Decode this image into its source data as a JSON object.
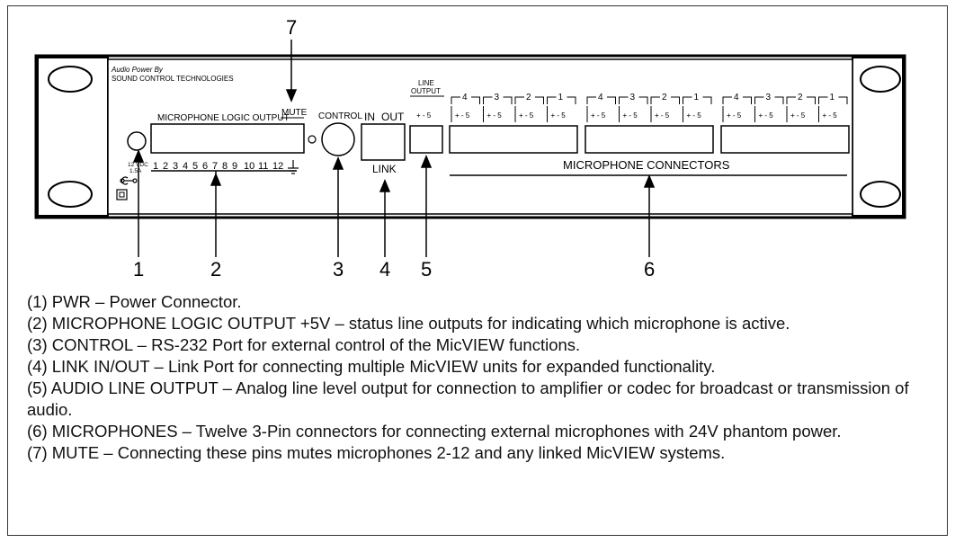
{
  "panel": {
    "brand_line1": "Audio Power By",
    "brand_line2": "SOUND CONTROL TECHNOLOGIES",
    "mic_logic_output": "MICROPHONE LOGIC OUTPUT",
    "mute": "MUTE",
    "control": "CONTROL",
    "in": "IN",
    "out": "OUT",
    "link": "LINK",
    "line_output_1": "LINE",
    "line_output_2": "OUTPUT",
    "pin_label": "+ - 5",
    "power_volts": "12 VDC",
    "power_amps": "1.5A",
    "logic_numbers": [
      "1",
      "2",
      "3",
      "4",
      "5",
      "6",
      "7",
      "8",
      "9",
      "10",
      "11",
      "12"
    ],
    "mic_channel_numbers": [
      "4",
      "3",
      "2",
      "1"
    ],
    "mic_connectors": "MICROPHONE CONNECTORS"
  },
  "callouts": [
    "1",
    "2",
    "3",
    "4",
    "5",
    "6",
    "7"
  ],
  "legend": [
    "(1) PWR – Power Connector.",
    "(2) MICROPHONE LOGIC OUTPUT +5V – status line outputs for indicating which microphone is active.",
    "(3) CONTROL – RS-232 Port for external control of the MicVIEW functions.",
    "(4) LINK IN/OUT – Link Port for connecting multiple MicVIEW units for expanded functionality.",
    "(5) AUDIO LINE OUTPUT – Analog line level output for connection to amplifier or codec for broadcast or transmission of audio.",
    "(6) MICROPHONES – Twelve 3-Pin connectors for connecting external microphones with 24V phantom power.",
    "(7) MUTE – Connecting these pins mutes microphones 2-12 and any linked MicVIEW systems."
  ]
}
